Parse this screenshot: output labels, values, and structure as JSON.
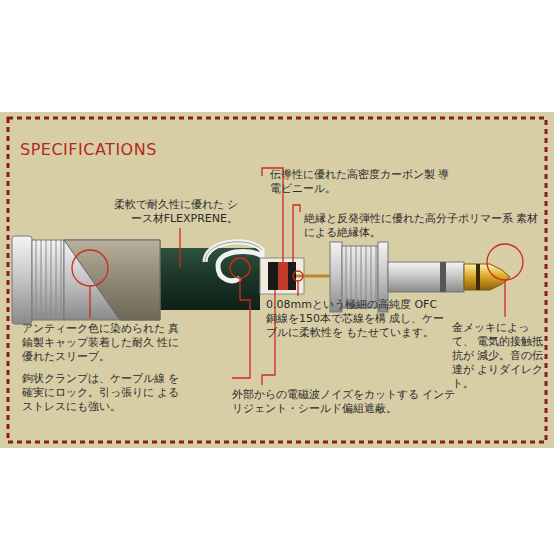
{
  "diagram": {
    "title": "SPECIFICATIONS",
    "labels": [
      "柔軟で耐久性に優れた シース材FLEXPRENE。",
      "伝導性に優れた高密度カーボン製 導電ビニール。",
      "絶縁と反発弾性に優れた高分子ポリマー系 素材による絶縁体。",
      "アンティーク色に染められた 真鍮製キャップ装着した耐久 性に優れたスリーブ。",
      "0.08mmという極細の高純度 OFC銅線を150本で芯線を構 成し、ケーブルに柔軟性を もたせています。",
      "金メッキによって、 電気的接触抵抗が 減少。音の伝達が よりダイレクト。",
      "鉤状クランプは、ケーブル線 を確実にロック。引っ張りに よるストレスにも強い。",
      "外部からの電磁波ノイズをカットする インテリジェント・シールド偏組遮蔽。"
    ]
  }
}
